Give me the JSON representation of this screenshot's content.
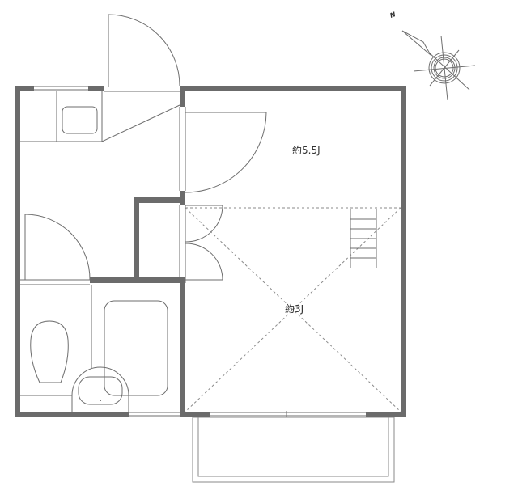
{
  "floorplan": {
    "title": "1K apartment floor plan with loft",
    "rooms": [
      {
        "id": "main-room",
        "label": "約5.5J",
        "area_jo": 5.5
      },
      {
        "id": "loft",
        "label": "約3J",
        "area_jo": 3
      }
    ],
    "compass": {
      "label": "N",
      "rotation_deg": -35
    },
    "fixtures": [
      "kitchen-sink",
      "toilet",
      "washbasin",
      "bathtub",
      "loft-ladder",
      "closet-double-doors"
    ],
    "colors": {
      "wall": "#6b6b6b",
      "line": "#6e6e6e",
      "dashed": "#8a8a8a",
      "background": "#ffffff"
    }
  }
}
